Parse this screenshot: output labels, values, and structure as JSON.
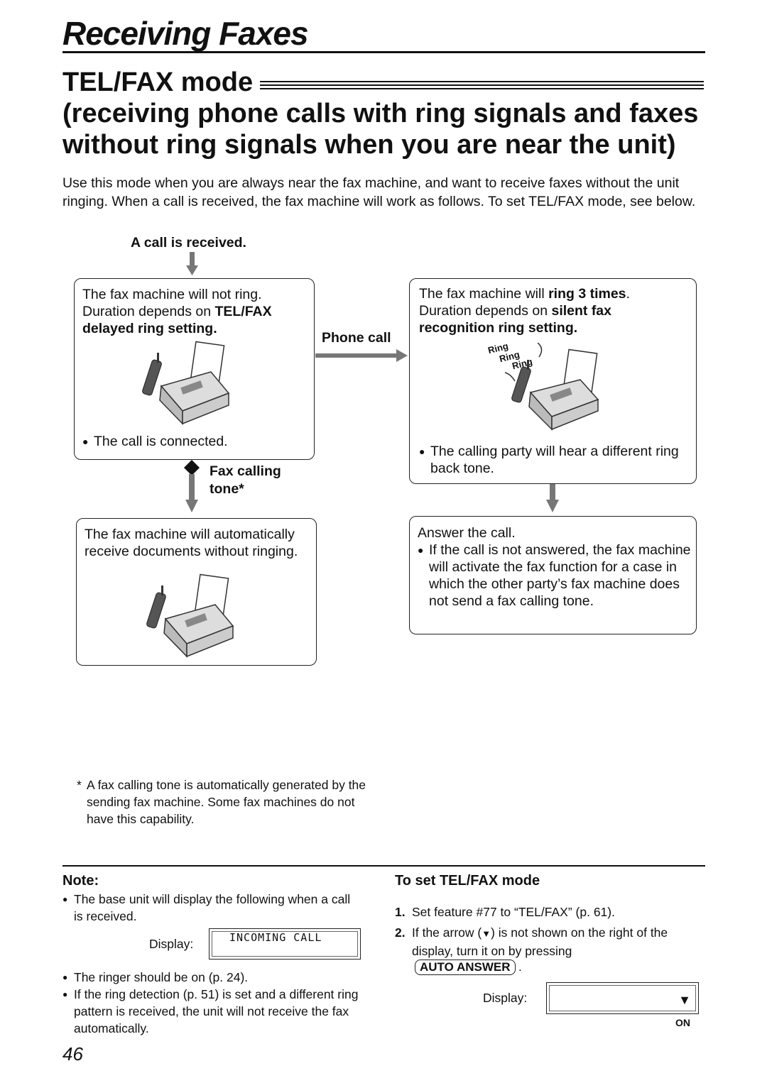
{
  "header": {
    "title": "Receiving Faxes",
    "section_title": "TEL/FAX mode",
    "section_subtitle": "(receiving phone calls with ring signals and faxes without ring signals when you are near the unit)"
  },
  "intro": "Use this mode when you are always near the fax machine, and want to receive faxes without the unit ringing. When a call is received, the fax machine will work as follows. To set TEL/FAX mode, see below.",
  "flow": {
    "start_label": "A call is received.",
    "box1": {
      "line1": "The fax machine will not ring.",
      "line2_prefix": "Duration depends on ",
      "line2_bold": "TEL/FAX",
      "line3_bold": "delayed ring setting.",
      "bullet": "The call is connected."
    },
    "phone_call_label": "Phone call",
    "fax_tone_label_1": "Fax calling",
    "fax_tone_label_2": "tone*",
    "box2": {
      "line1_prefix": "The fax machine will ",
      "line1_bold": "ring 3 times",
      "line1_suffix": ".",
      "line2_prefix": "Duration depends on ",
      "line2_bold": "silent fax",
      "line3_bold": "recognition ring setting.",
      "ring_words": [
        "Ring",
        "Ring",
        "Ring"
      ],
      "bullet": "The calling party will hear a different ring back tone."
    },
    "box3": {
      "text": "The fax machine will automatically receive documents without ringing."
    },
    "box4": {
      "line1": "Answer the call.",
      "bullet": "If the call is not answered, the fax machine will activate the fax function for a case in which the other party’s fax machine does not send a fax calling tone."
    }
  },
  "footnote": "A fax calling tone is automatically generated by the sending fax machine. Some fax machines do not have this capability.",
  "note": {
    "heading": "Note:",
    "bullet1": "The base unit will display the following when a call is received.",
    "display_label": "Display:",
    "display_text": "INCOMING CALL",
    "bullet2": "The ringer should be on (p. 24).",
    "bullet3": "If the ring detection (p. 51) is set and a different ring pattern is received, the unit will not receive the fax automatically."
  },
  "set_mode": {
    "heading": "To set TEL/FAX mode",
    "step1_num": "1.",
    "step1": "Set feature #77 to “TEL/FAX” (p. 61).",
    "step2_num": "2.",
    "step2_a": "If the arrow (",
    "step2_b": ") is not shown on the right of the display, turn it on by pressing",
    "button_label": "AUTO ANSWER",
    "display_label": "Display:",
    "indicator_label": "ON"
  },
  "page_number": "46"
}
